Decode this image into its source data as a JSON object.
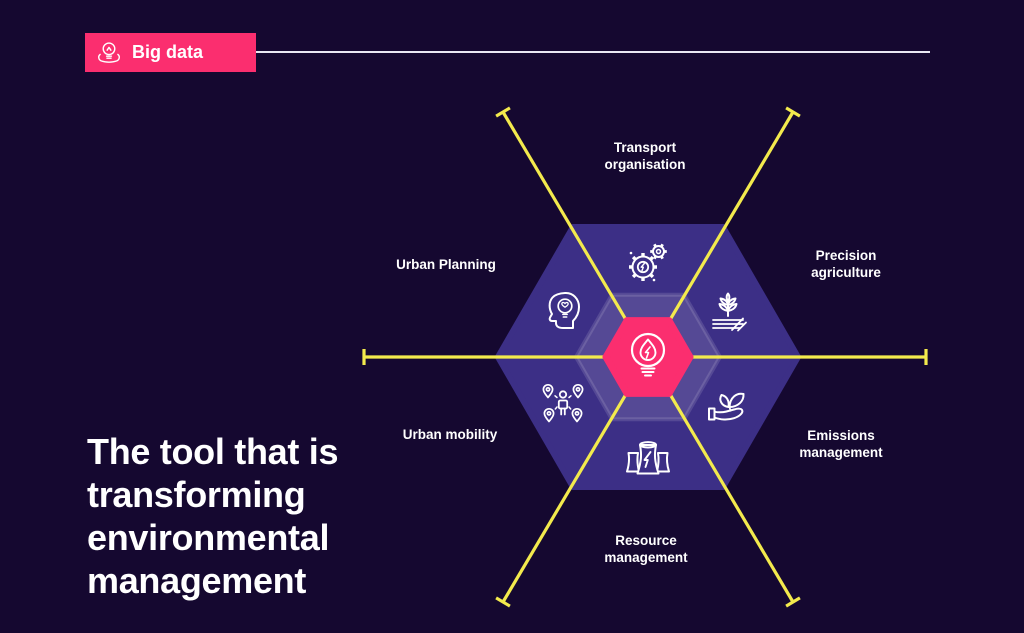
{
  "badge": {
    "label": "Big data",
    "icon": "lightbulb-hands-icon"
  },
  "headline": "The tool that is transforming environmental management",
  "diagram": {
    "center_icon": "lightbulb-drop-icon",
    "segments": [
      {
        "label": "Transport organisation",
        "icon": "gears-lightning-icon"
      },
      {
        "label": "Precision agriculture",
        "icon": "crop-field-icon"
      },
      {
        "label": "Emissions management",
        "icon": "hand-holding-leaves-icon"
      },
      {
        "label": "Resource management",
        "icon": "power-plant-icon"
      },
      {
        "label": "Urban mobility",
        "icon": "person-location-pins-icon"
      },
      {
        "label": "Urban Planning",
        "icon": "head-lightbulb-icon"
      }
    ]
  },
  "colors": {
    "background": "#150830",
    "hexagon": "#3C2F86",
    "hexagon_overlay": "rgba(255,255,255,0.13)",
    "accent_pink": "#FB2E6F",
    "accent_yellow": "#F3EA4D",
    "rule_white": "#EAE8F3",
    "text": "#FFFFFF"
  }
}
